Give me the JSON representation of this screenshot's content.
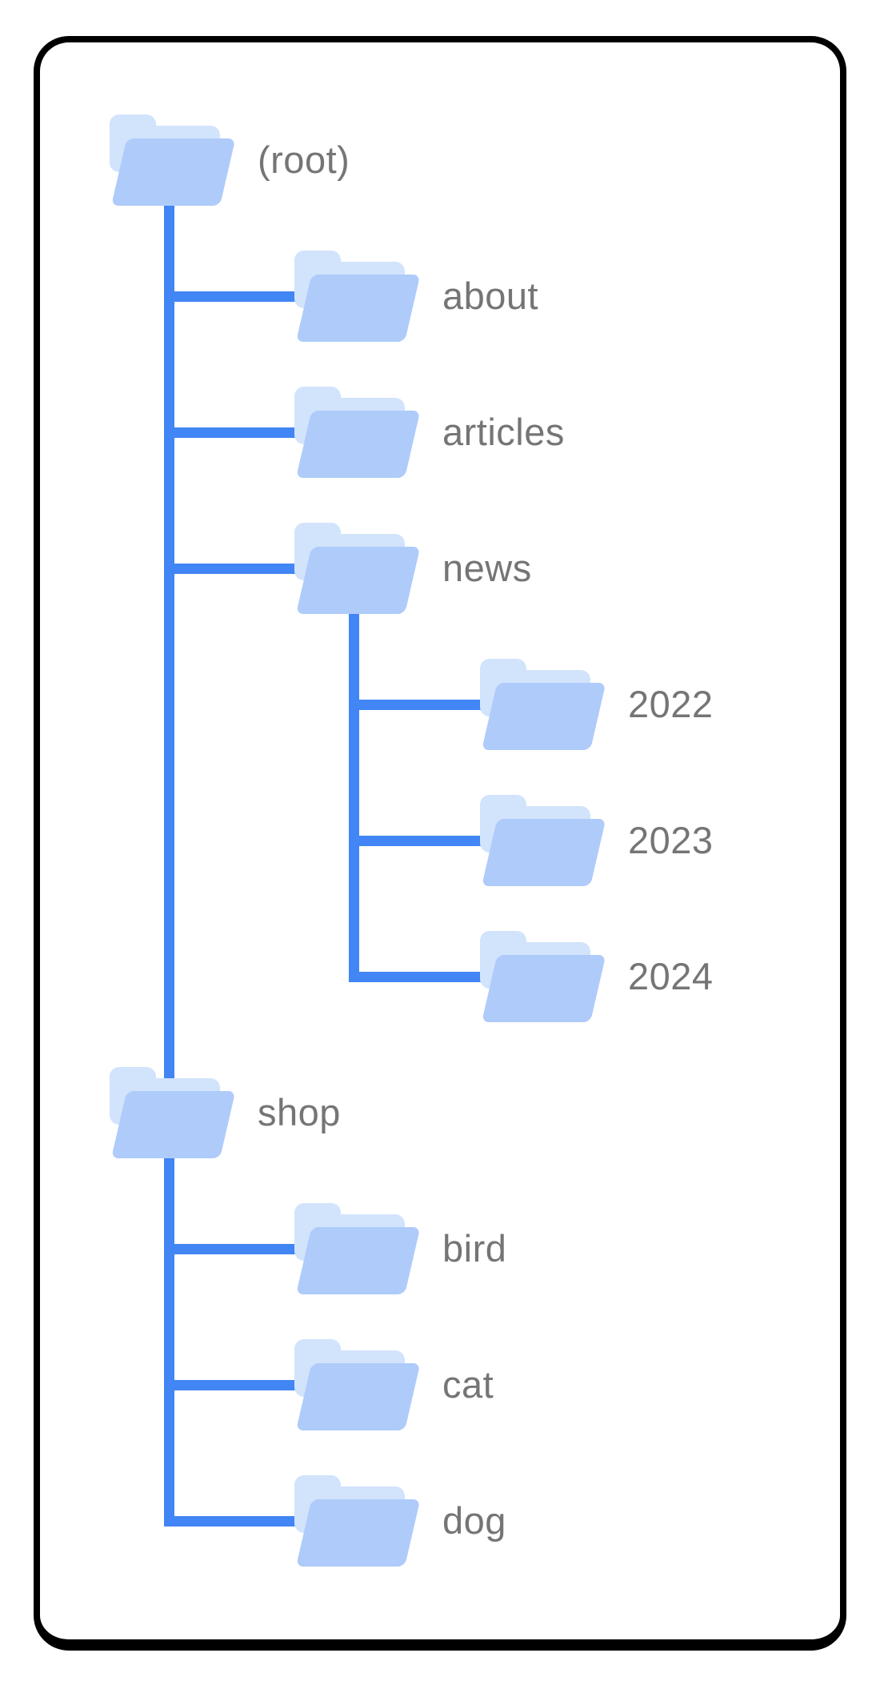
{
  "diagram": {
    "type": "folder-tree",
    "description": "site directory structure",
    "nodes": [
      {
        "id": "root",
        "label": "(root)",
        "parent": null,
        "depth": 0,
        "row": 0
      },
      {
        "id": "about",
        "label": "about",
        "parent": "root",
        "depth": 1,
        "row": 1
      },
      {
        "id": "articles",
        "label": "articles",
        "parent": "root",
        "depth": 1,
        "row": 2
      },
      {
        "id": "news",
        "label": "news",
        "parent": "root",
        "depth": 1,
        "row": 3
      },
      {
        "id": "y2022",
        "label": "2022",
        "parent": "news",
        "depth": 2,
        "row": 4
      },
      {
        "id": "y2023",
        "label": "2023",
        "parent": "news",
        "depth": 2,
        "row": 5
      },
      {
        "id": "y2024",
        "label": "2024",
        "parent": "news",
        "depth": 2,
        "row": 6
      },
      {
        "id": "shop",
        "label": "shop",
        "parent": "root",
        "depth": 0,
        "row": 7
      },
      {
        "id": "bird",
        "label": "bird",
        "parent": "shop",
        "depth": 1,
        "row": 8
      },
      {
        "id": "cat",
        "label": "cat",
        "parent": "shop",
        "depth": 1,
        "row": 9
      },
      {
        "id": "dog",
        "label": "dog",
        "parent": "shop",
        "depth": 1,
        "row": 10
      }
    ],
    "colors": {
      "connector": "#4285f4",
      "folder_front": "#aecbfa",
      "folder_back": "#d2e3fc",
      "label": "#757575",
      "card_border": "#000000",
      "background": "#ffffff"
    }
  }
}
